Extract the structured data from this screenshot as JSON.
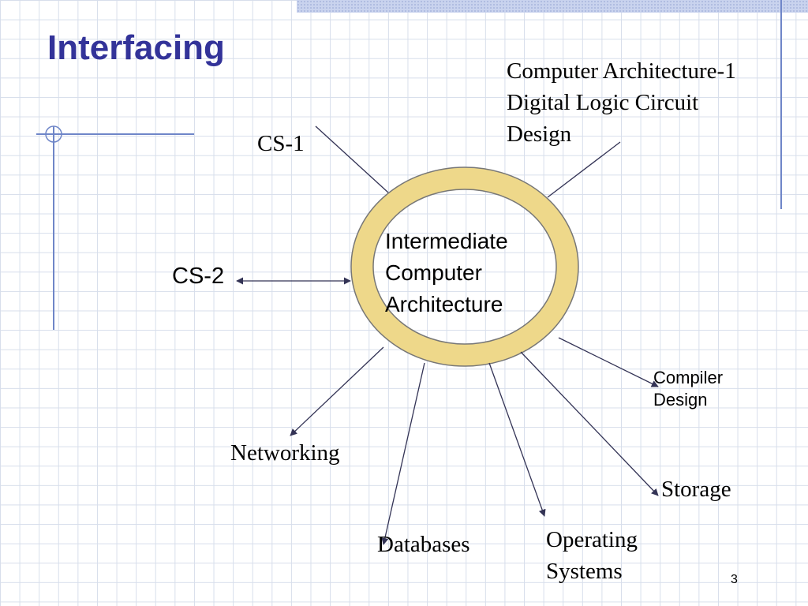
{
  "slide": {
    "title": "Interfacing",
    "page_number": "3"
  },
  "diagram": {
    "center_label": "Intermediate\nComputer\nArchitecture",
    "nodes": {
      "cs1": "CS-1",
      "cs2": "CS-2",
      "architecture1": "Computer Architecture-1\nDigital Logic Circuit\nDesign",
      "compiler_design": "Compiler\nDesign",
      "networking": "Networking",
      "storage": "Storage",
      "databases": "Databases",
      "operating_systems": "Operating\nSystems"
    }
  },
  "colors": {
    "title": "#333399",
    "ring_fill": "#eed88a",
    "ring_stroke": "#777777",
    "connector": "#333355",
    "accent_line": "#6f86c8",
    "grid": "#d7deeb"
  }
}
